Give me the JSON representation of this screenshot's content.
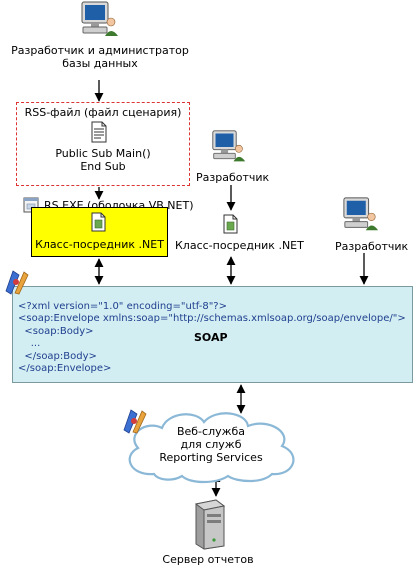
{
  "developer_admin": {
    "line1": "Разработчик и администратор",
    "line2": "базы данных"
  },
  "rss_box": {
    "title": "RSS-файл (файл сценария)",
    "code1": "Public Sub Main()",
    "code2": "End Sub"
  },
  "rs_exe": {
    "label": "RS.EXE (оболочка VB.NET)"
  },
  "proxy_left": {
    "label": "Класс-посредник .NET"
  },
  "developer_middle": {
    "label": "Разработчик"
  },
  "proxy_middle": {
    "label": "Класс-посредник .NET"
  },
  "developer_right": {
    "label": "Разработчик"
  },
  "soap": {
    "title": "SOAP",
    "lines": [
      "<?xml version=\"1.0\" encoding=\"utf-8\"?>",
      "<soap:Envelope xmlns:soap=\"http://schemas.xmlsoap.org/soap/envelope/\">",
      "  <soap:Body>",
      "    ...",
      "  </soap:Body>",
      "</soap:Envelope>"
    ]
  },
  "web_service": {
    "line1": "Веб-служба",
    "line2": "для служб",
    "line3": "Reporting Services"
  },
  "report_server": {
    "label": "Сервер отчетов"
  },
  "colors": {
    "proxy_fill": "#ffff00",
    "soap_fill": "#d2eef2",
    "rss_border": "#dd3333",
    "code_text": "#1f3f8f"
  },
  "icons": [
    "computer-user-icon",
    "script-file-icon",
    "executable-window-icon",
    "assembly-file-icon",
    "sync-tools-icon",
    "cloud-icon",
    "server-tower-icon"
  ]
}
